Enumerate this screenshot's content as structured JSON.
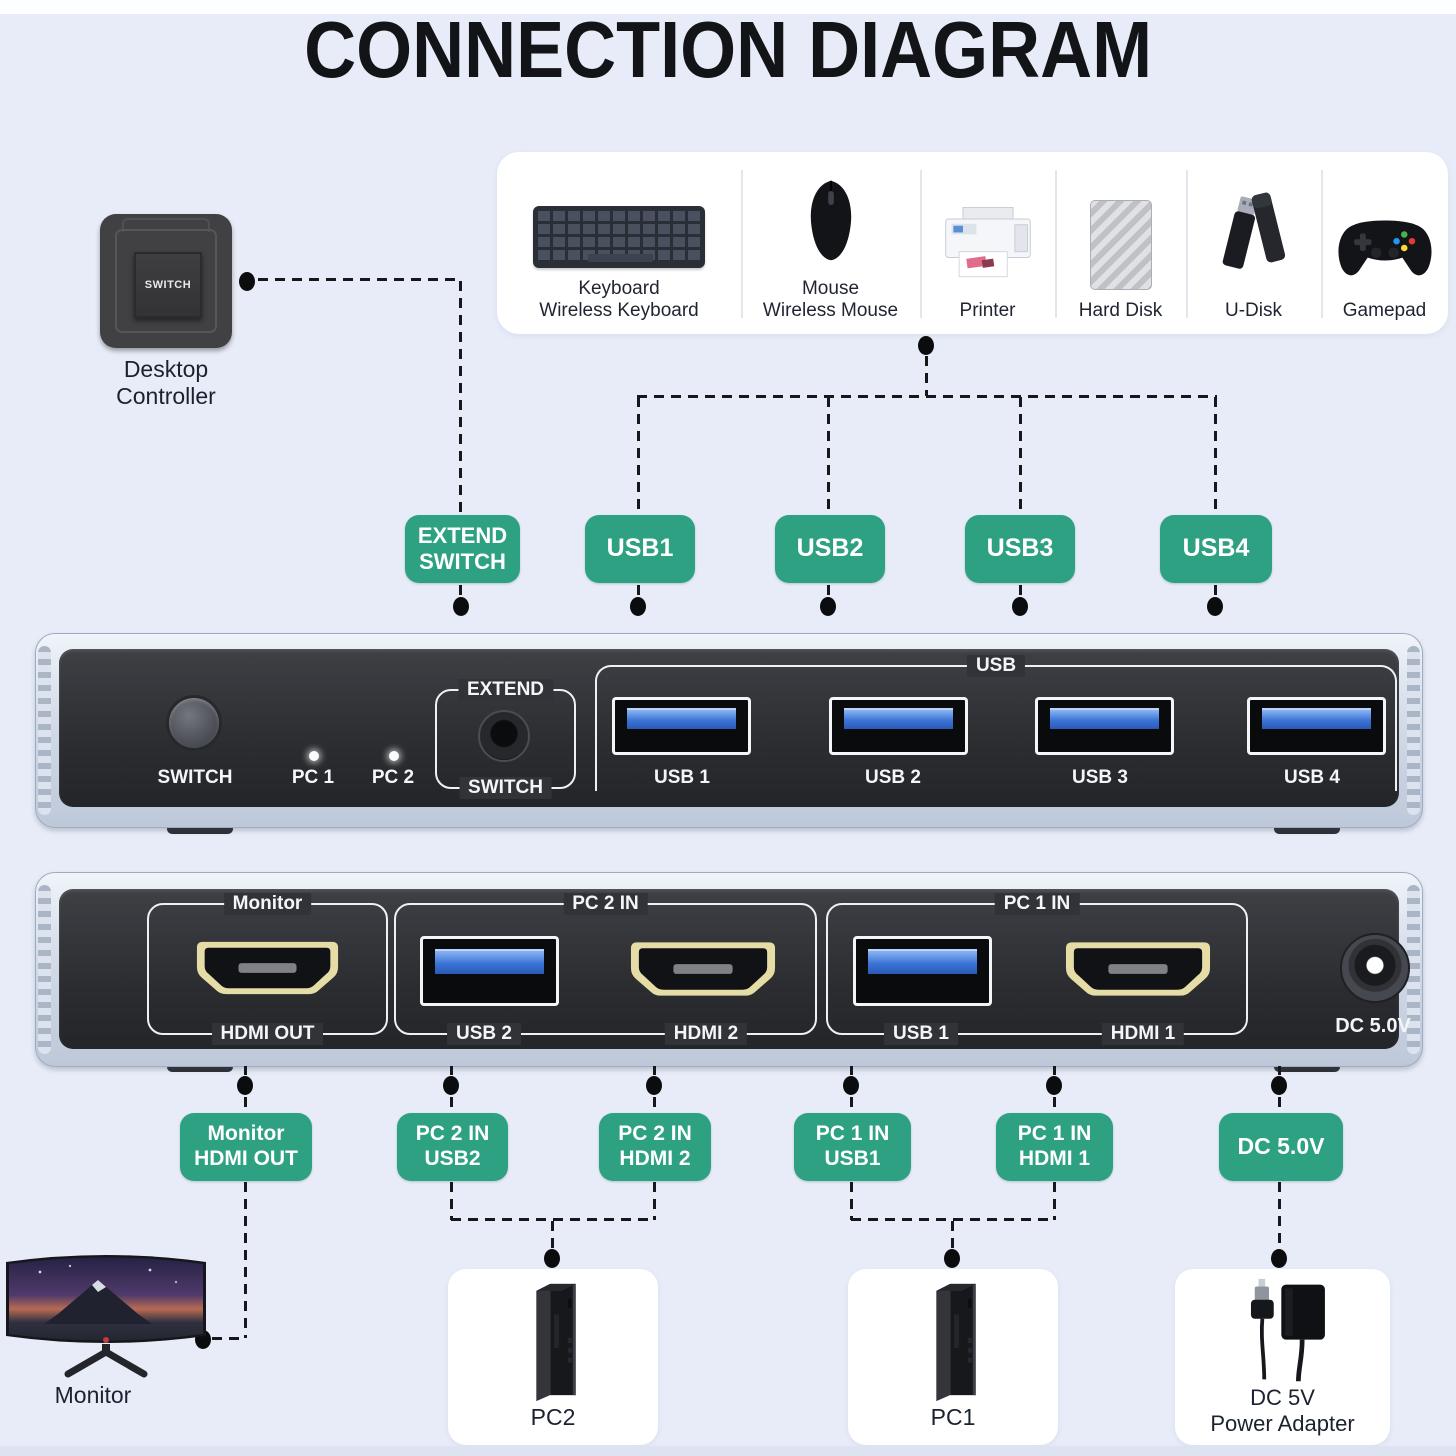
{
  "title": "CONNECTION DIAGRAM",
  "colors": {
    "background": "#E7ECF8",
    "accent_green": "#2EA183",
    "line": "#17181C",
    "panel_dark": "#2C2D31",
    "body_silver": "#D3DBE8",
    "card_white": "#FFFFFF"
  },
  "desktop_controller": {
    "button": "SWITCH",
    "label_line1": "Desktop",
    "label_line2": "Controller"
  },
  "peripherals": {
    "items": [
      {
        "icon": "keyboard-icon",
        "line1": "Keyboard",
        "line2": "Wireless Keyboard"
      },
      {
        "icon": "mouse-icon",
        "line1": "Mouse",
        "line2": "Wireless Mouse"
      },
      {
        "icon": "printer-icon",
        "line1": "Printer",
        "line2": ""
      },
      {
        "icon": "hard-disk-icon",
        "line1": "Hard Disk",
        "line2": ""
      },
      {
        "icon": "u-disk-icon",
        "line1": "U-Disk",
        "line2": ""
      },
      {
        "icon": "gamepad-icon",
        "line1": "Gamepad",
        "line2": ""
      }
    ]
  },
  "top_labels": {
    "extend_switch": {
      "line1": "EXTEND",
      "line2": "SWITCH"
    },
    "usb1": "USB1",
    "usb2": "USB2",
    "usb3": "USB3",
    "usb4": "USB4"
  },
  "front_panel": {
    "switch_button": "SWITCH",
    "pc1_led": "PC 1",
    "pc2_led": "PC 2",
    "extend_jack_top": "EXTEND",
    "extend_jack_bottom": "SWITCH",
    "usb_group": "USB",
    "usb1": "USB 1",
    "usb2": "USB 2",
    "usb3": "USB 3",
    "usb4": "USB 4"
  },
  "back_panel": {
    "monitor_group": {
      "title": "Monitor",
      "port": "HDMI OUT"
    },
    "pc2_group": {
      "title": "PC 2 IN",
      "usb": "USB 2",
      "hdmi": "HDMI 2"
    },
    "pc1_group": {
      "title": "PC 1 IN",
      "usb": "USB 1",
      "hdmi": "HDMI 1"
    },
    "dc": "DC 5.0V"
  },
  "bottom_labels": {
    "monitor": {
      "line1": "Monitor",
      "line2": "HDMI OUT"
    },
    "pc2_usb": {
      "line1": "PC 2 IN",
      "line2": "USB2"
    },
    "pc2_hdmi": {
      "line1": "PC 2 IN",
      "line2": "HDMI 2"
    },
    "pc1_usb": {
      "line1": "PC 1 IN",
      "line2": "USB1"
    },
    "pc1_hdmi": {
      "line1": "PC 1 IN",
      "line2": "HDMI 1"
    },
    "dc": "DC 5.0V"
  },
  "bottom_devices": {
    "monitor": "Monitor",
    "pc2": "PC2",
    "pc1": "PC1",
    "adapter_line1": "DC 5V",
    "adapter_line2": "Power Adapter"
  }
}
